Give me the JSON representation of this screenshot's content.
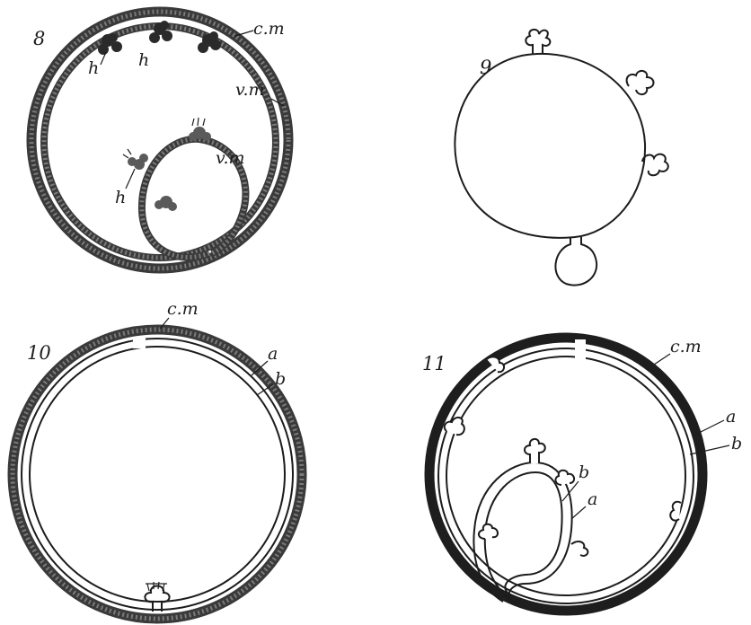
{
  "figures": [
    {
      "number": "8",
      "labels": {
        "cm": "c.m",
        "vm_outer": "v.m",
        "vm_inner": "v.m",
        "h1": "h",
        "h2": "h",
        "h3": "h"
      }
    },
    {
      "number": "9",
      "labels": {}
    },
    {
      "number": "10",
      "labels": {
        "cm": "c.m",
        "a": "a",
        "b": "b"
      }
    },
    {
      "number": "11",
      "labels": {
        "cm": "c.m",
        "a_outer": "a",
        "b_outer": "b",
        "b_inner": "b",
        "a_inner": "a"
      }
    }
  ],
  "colors": {
    "ink": "#1c1c1c",
    "membrane": "#3a3a3a",
    "paper": "#ffffff"
  }
}
